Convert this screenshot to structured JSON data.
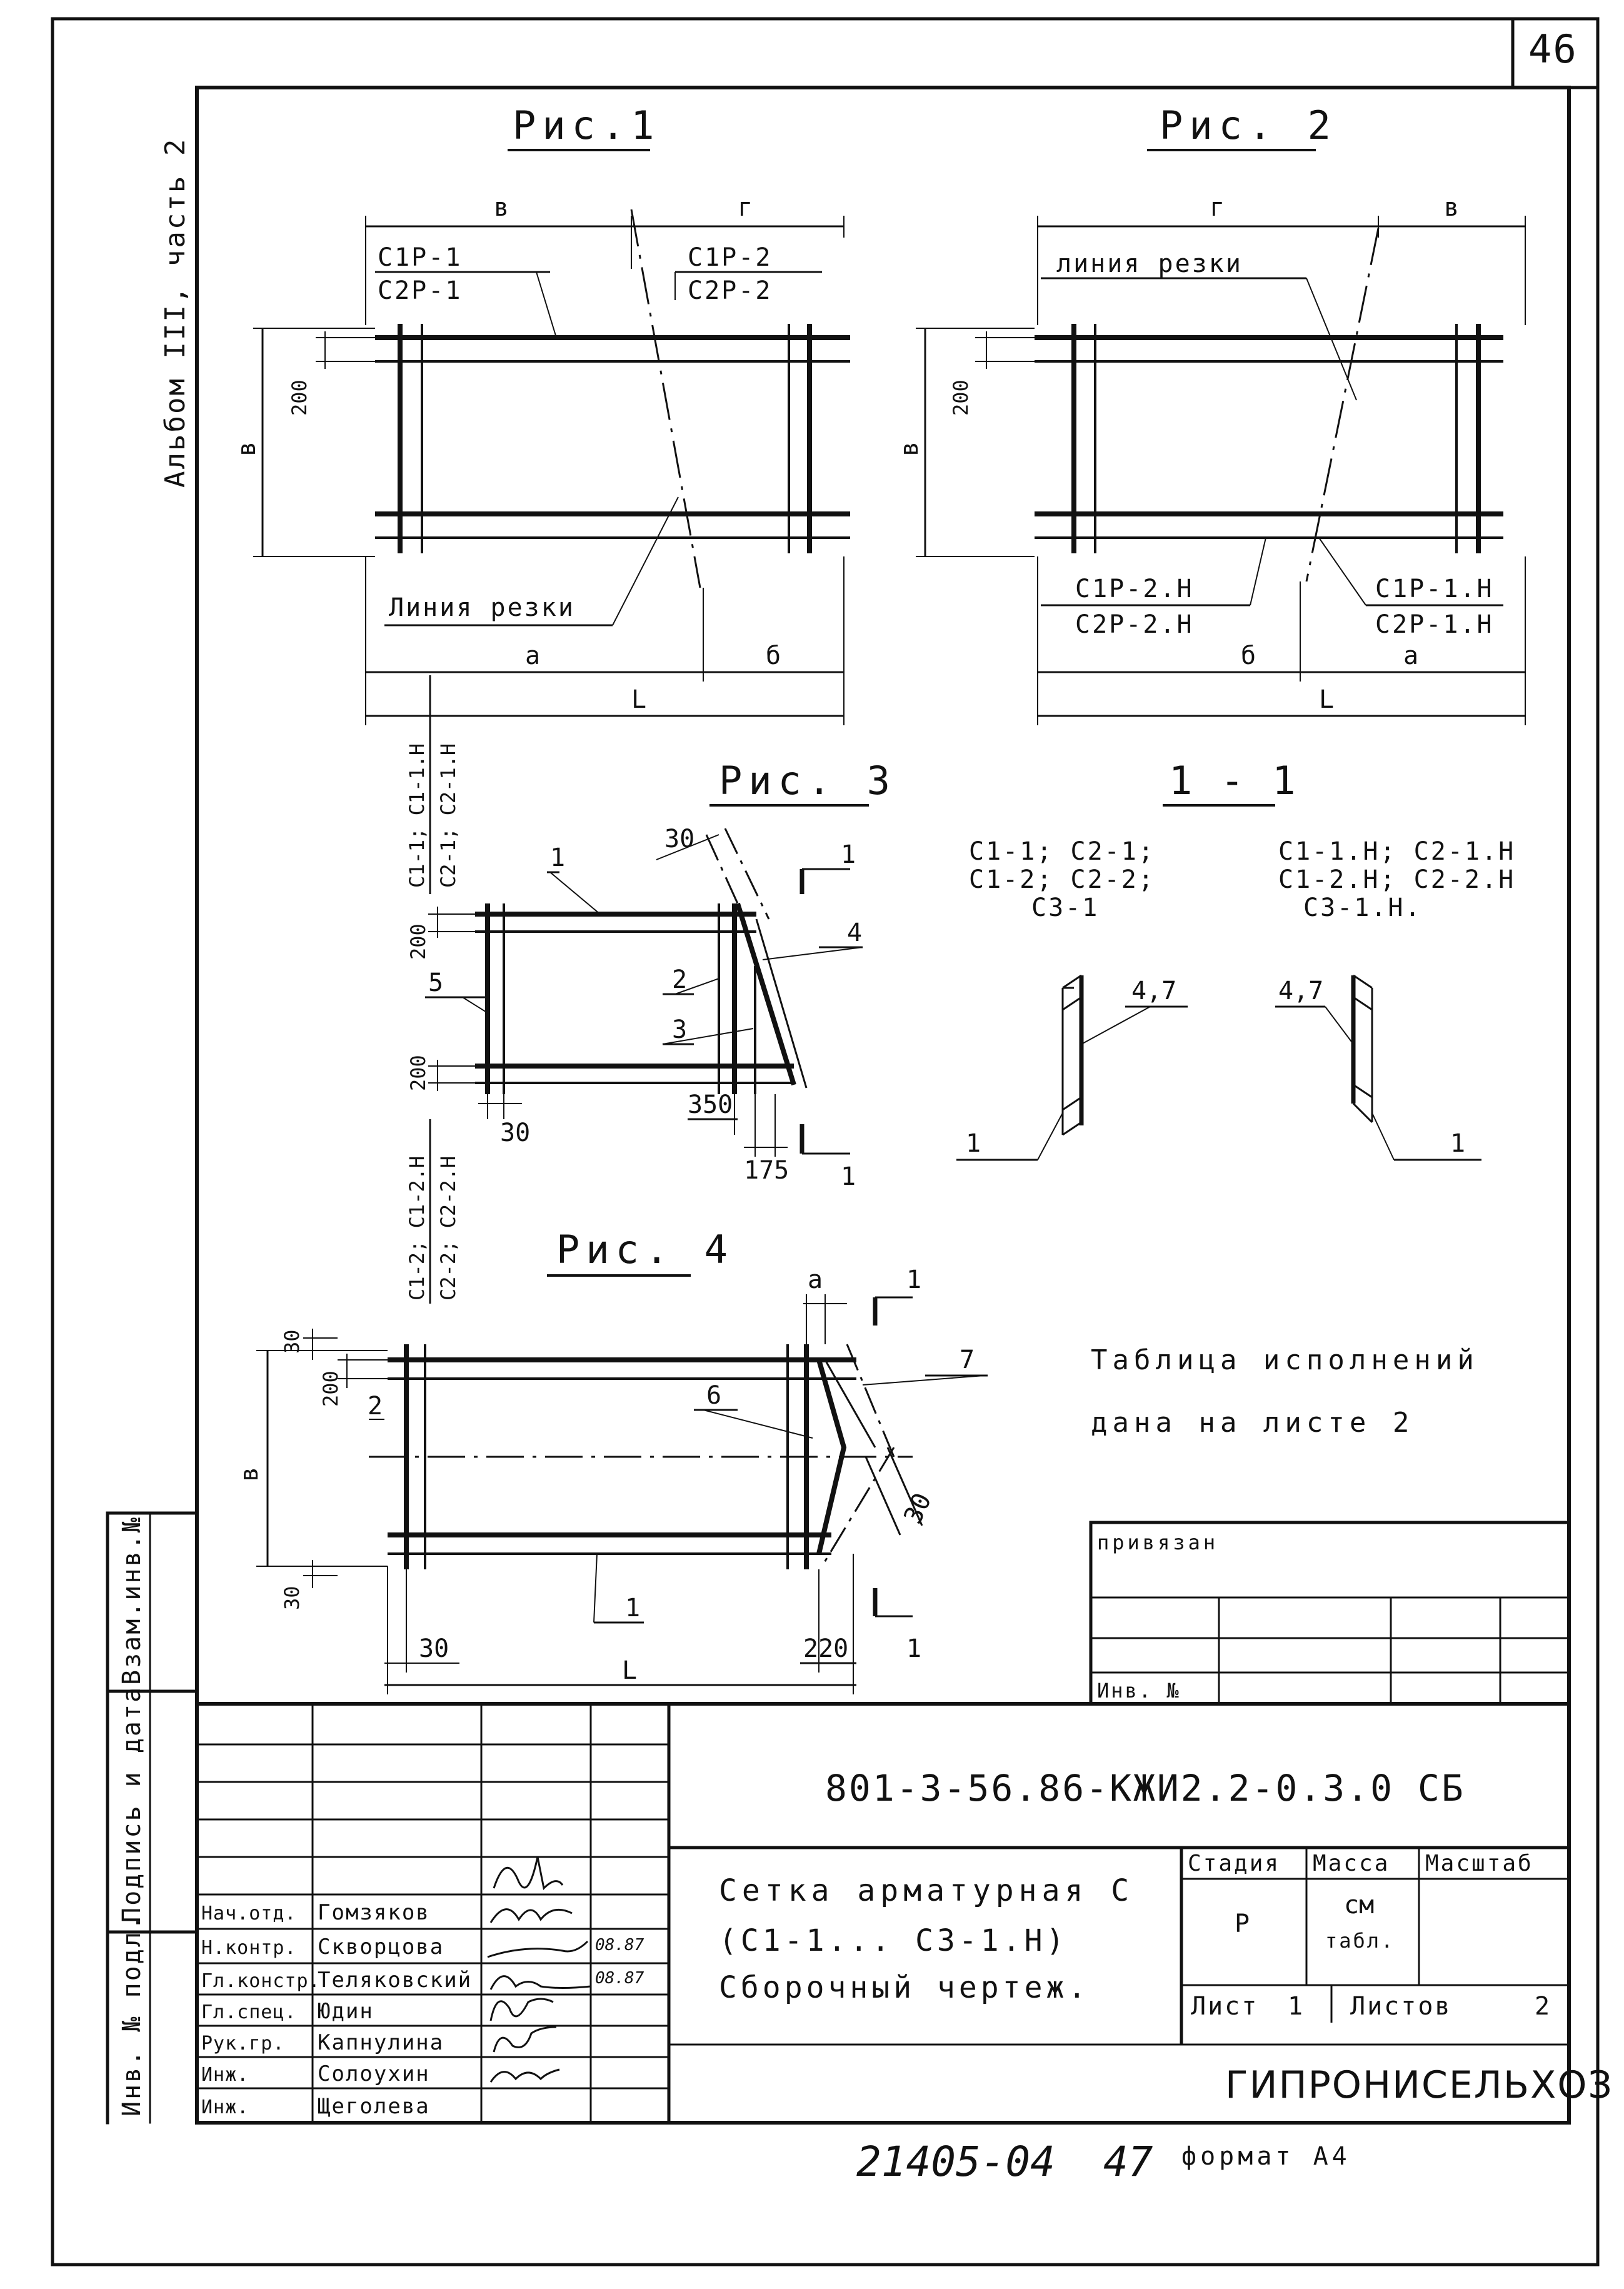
{
  "page_number": "46",
  "album": "Альбом III, часть 2",
  "figures": {
    "fig1": {
      "title": "Рис.1",
      "labels": {
        "top_left": "в",
        "top_right": "г",
        "left": "в",
        "bottom_left": "а",
        "bottom_right": "б",
        "total": "L",
        "dim200": "200"
      },
      "cuts": {
        "left_top": "С1Р-1",
        "left_bot": "С2Р-1",
        "right_top": "С1Р-2",
        "right_bot": "С2Р-2",
        "cut_line": "Линия резки"
      }
    },
    "fig2": {
      "title": "Рис. 2",
      "labels": {
        "top_left": "г",
        "top_right": "в",
        "left": "в",
        "bottom_left": "б",
        "bottom_right": "а",
        "total": "L",
        "dim200": "200"
      },
      "cuts": {
        "cut_line": "линия резки",
        "left_top": "С1Р-2.Н",
        "left_bot": "С2Р-2.Н",
        "right_top": "С1Р-1.Н",
        "right_bot": "С2Р-1.Н"
      }
    },
    "fig3": {
      "title": "Рис. 3",
      "side_top_a": "С1-1; С1-1.Н",
      "side_top_b": "С2-1; С2-1.Н",
      "side_bot_a": "С1-2; С1-2.Н",
      "side_bot_b": "С2-2; С2-2.Н",
      "dims": {
        "d30a": "30",
        "d200a": "200",
        "d200b": "200",
        "d30b": "30",
        "d350": "350",
        "d175": "175"
      },
      "callouts": {
        "c1": "1",
        "c2": "2",
        "c3": "3",
        "c4": "4",
        "c5": "5",
        "sec_top": "1",
        "sec_bot": "1"
      }
    },
    "section": {
      "title": "1 - 1",
      "left_l1": "С1-1; С2-1;",
      "left_l2": "С1-2; С2-2;",
      "left_l3": "С3-1",
      "right_l1": "С1-1.Н; С2-1.Н",
      "right_l2": "С1-2.Н; С2-2.Н",
      "right_l3": "С3-1.Н.",
      "left_callout": "4,7",
      "right_callout": "4,7",
      "left_num": "1",
      "right_num": "1"
    },
    "fig4": {
      "title": "Рис. 4",
      "dims": {
        "d30top": "30",
        "d200": "200",
        "d30bot": "30",
        "d30left": "30",
        "d220": "220",
        "d30diag": "30",
        "a": "а",
        "L": "L",
        "B": "в"
      },
      "callouts": {
        "c1": "1",
        "c2": "2",
        "c6": "6",
        "c7": "7",
        "sec_top": "1",
        "sec_bot": "1"
      }
    }
  },
  "note": {
    "line1": "Таблица исполнений",
    "line2": "дана на листе 2"
  },
  "privyazan": {
    "title": "привязан",
    "inv": "Инв. №"
  },
  "side_stamp": {
    "vzam": "Взам.инв.№",
    "podpis": "Подпись и дата",
    "inv_podl": "Инв. № подл."
  },
  "title_block": {
    "code": "801-3-56.86-КЖИ2.2-0.3.0 СБ",
    "name_l1": "Сетка арматурная С",
    "name_l2": "(С1-1... С3-1.Н)",
    "name_l3": "Сборочный чертеж.",
    "stage_label": "Стадия",
    "mass_label": "Масса",
    "scale_label": "Масштаб",
    "stage_val": "Р",
    "mass_val_1": "см",
    "mass_val_2": "табл.",
    "sheet_label": "Лист",
    "sheet_val": "1",
    "sheets_label": "Листов",
    "sheets_val": "2",
    "org": "ГИПРОНИСЕЛЬХОЗ",
    "signers": [
      {
        "role": "Нач.отд.",
        "name": "Гомзяков",
        "date": ""
      },
      {
        "role": "Н.контр.",
        "name": "Скворцова",
        "date": "08.87"
      },
      {
        "role": "Гл.констр.",
        "name": "Теляковский",
        "date": "08.87"
      },
      {
        "role": "Гл.спец.",
        "name": "Юдин",
        "date": ""
      },
      {
        "role": "Рук.гр.",
        "name": "Капнулина",
        "date": ""
      },
      {
        "role": "Инж.",
        "name": "Солоухин",
        "date": ""
      },
      {
        "role": "Инж.",
        "name": "Щеголева",
        "date": ""
      }
    ]
  },
  "footer": {
    "archive": "21405-04",
    "page": "47",
    "format": "формат А4"
  }
}
